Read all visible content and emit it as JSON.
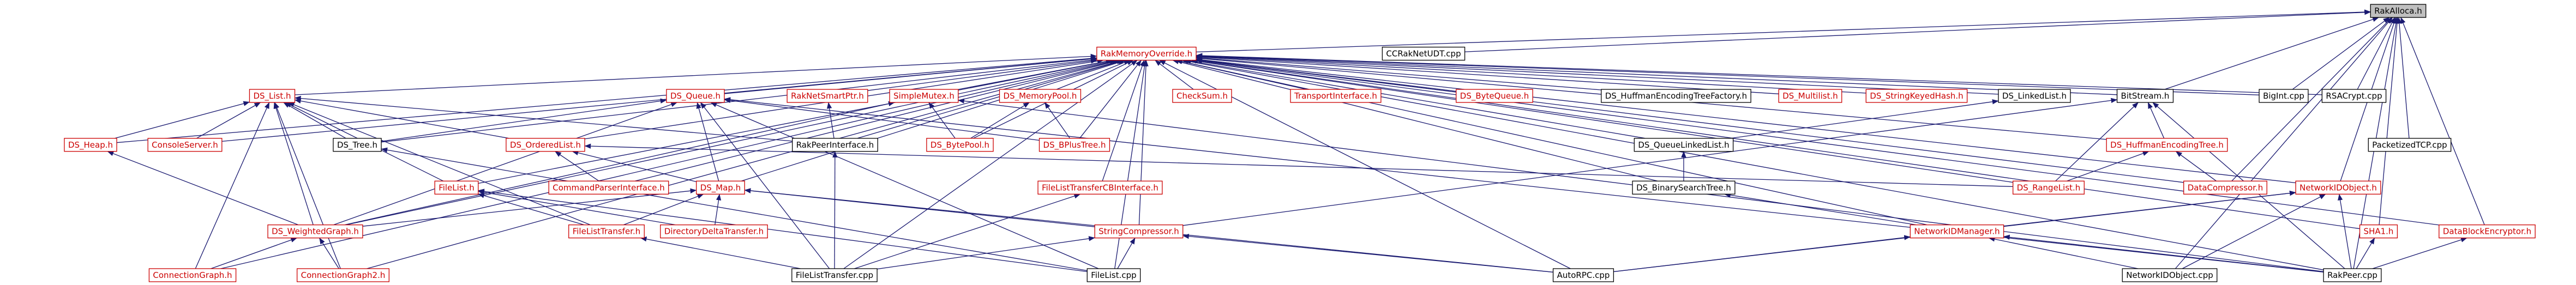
{
  "colors": {
    "edge": "#191970",
    "node_text_linked": "#000000",
    "node_text_unlinked": "#cc0000",
    "node_border_linked": "#000000",
    "node_border_unlinked": "#cc0000",
    "root_fill": "#bfbfbf",
    "node_fill": "#ffffff"
  },
  "nodes": [
    {
      "id": "RakAlloca",
      "label": "RakAlloca.h",
      "kind": "root"
    },
    {
      "id": "RakMemoryOverride",
      "label": "RakMemoryOverride.h",
      "kind": "unlinked"
    },
    {
      "id": "CCRakNetUDT",
      "label": "CCRakNetUDT.cpp",
      "kind": "linked"
    },
    {
      "id": "DS_List",
      "label": "DS_List.h",
      "kind": "unlinked"
    },
    {
      "id": "DS_Queue",
      "label": "DS_Queue.h",
      "kind": "unlinked"
    },
    {
      "id": "RakNetSmartPtr",
      "label": "RakNetSmartPtr.h",
      "kind": "unlinked"
    },
    {
      "id": "SimpleMutex",
      "label": "SimpleMutex.h",
      "kind": "unlinked"
    },
    {
      "id": "DS_MemoryPool",
      "label": "DS_MemoryPool.h",
      "kind": "unlinked"
    },
    {
      "id": "CheckSum",
      "label": "CheckSum.h",
      "kind": "unlinked"
    },
    {
      "id": "TransportInterface",
      "label": "TransportInterface.h",
      "kind": "unlinked"
    },
    {
      "id": "DS_ByteQueue",
      "label": "DS_ByteQueue.h",
      "kind": "unlinked"
    },
    {
      "id": "DS_HuffmanFactory",
      "label": "DS_HuffmanEncodingTreeFactory.h",
      "kind": "linked"
    },
    {
      "id": "DS_Multilist",
      "label": "DS_Multilist.h",
      "kind": "unlinked"
    },
    {
      "id": "DS_StringKeyedHash",
      "label": "DS_StringKeyedHash.h",
      "kind": "unlinked"
    },
    {
      "id": "DS_LinkedList",
      "label": "DS_LinkedList.h",
      "kind": "linked"
    },
    {
      "id": "BitStream",
      "label": "BitStream.h",
      "kind": "linked"
    },
    {
      "id": "BigInt",
      "label": "BigInt.cpp",
      "kind": "linked"
    },
    {
      "id": "RSACrypt",
      "label": "RSACrypt.cpp",
      "kind": "linked"
    },
    {
      "id": "DS_Heap",
      "label": "DS_Heap.h",
      "kind": "unlinked"
    },
    {
      "id": "ConsoleServer",
      "label": "ConsoleServer.h",
      "kind": "unlinked"
    },
    {
      "id": "DS_Tree",
      "label": "DS_Tree.h",
      "kind": "linked"
    },
    {
      "id": "DS_OrderedList",
      "label": "DS_OrderedList.h",
      "kind": "unlinked"
    },
    {
      "id": "RakPeerInterface",
      "label": "RakPeerInterface.h",
      "kind": "linked"
    },
    {
      "id": "DS_BytePool",
      "label": "DS_BytePool.h",
      "kind": "unlinked"
    },
    {
      "id": "DS_BPlusTree",
      "label": "DS_BPlusTree.h",
      "kind": "unlinked"
    },
    {
      "id": "DS_QueueLinkedList",
      "label": "DS_QueueLinkedList.h",
      "kind": "linked"
    },
    {
      "id": "DS_HuffmanTree",
      "label": "DS_HuffmanEncodingTree.h",
      "kind": "unlinked"
    },
    {
      "id": "PacketizedTCP",
      "label": "PacketizedTCP.cpp",
      "kind": "linked"
    },
    {
      "id": "FileList_h",
      "label": "FileList.h",
      "kind": "unlinked"
    },
    {
      "id": "CommandParser",
      "label": "CommandParserInterface.h",
      "kind": "unlinked"
    },
    {
      "id": "DS_Map",
      "label": "DS_Map.h",
      "kind": "unlinked"
    },
    {
      "id": "FLTCBInterface",
      "label": "FileListTransferCBInterface.h",
      "kind": "unlinked"
    },
    {
      "id": "DS_BinarySearchTree",
      "label": "DS_BinarySearchTree.h",
      "kind": "linked"
    },
    {
      "id": "DS_RangeList",
      "label": "DS_RangeList.h",
      "kind": "unlinked"
    },
    {
      "id": "DataCompressor",
      "label": "DataCompressor.h",
      "kind": "unlinked"
    },
    {
      "id": "NetworkIDObject_h",
      "label": "NetworkIDObject.h",
      "kind": "unlinked"
    },
    {
      "id": "DS_WeightedGraph",
      "label": "DS_WeightedGraph.h",
      "kind": "unlinked"
    },
    {
      "id": "FileListTransfer_h",
      "label": "FileListTransfer.h",
      "kind": "unlinked"
    },
    {
      "id": "DirectoryDelta",
      "label": "DirectoryDeltaTransfer.h",
      "kind": "unlinked"
    },
    {
      "id": "StringCompressor",
      "label": "StringCompressor.h",
      "kind": "unlinked"
    },
    {
      "id": "NetworkIDManager",
      "label": "NetworkIDManager.h",
      "kind": "unlinked"
    },
    {
      "id": "SHA1",
      "label": "SHA1.h",
      "kind": "unlinked"
    },
    {
      "id": "DataBlockEncryptor",
      "label": "DataBlockEncryptor.h",
      "kind": "unlinked"
    },
    {
      "id": "ConnectionGraph",
      "label": "ConnectionGraph.h",
      "kind": "unlinked"
    },
    {
      "id": "ConnectionGraph2",
      "label": "ConnectionGraph2.h",
      "kind": "unlinked"
    },
    {
      "id": "FileListTransfer_cpp",
      "label": "FileListTransfer.cpp",
      "kind": "linked"
    },
    {
      "id": "FileList_cpp",
      "label": "FileList.cpp",
      "kind": "linked"
    },
    {
      "id": "AutoRPC",
      "label": "AutoRPC.cpp",
      "kind": "linked"
    },
    {
      "id": "NetworkIDObject_cpp",
      "label": "NetworkIDObject.cpp",
      "kind": "linked"
    },
    {
      "id": "RakPeer",
      "label": "RakPeer.cpp",
      "kind": "linked"
    }
  ],
  "edges": [
    [
      "RakMemoryOverride",
      "RakAlloca"
    ],
    [
      "CCRakNetUDT",
      "RakAlloca"
    ],
    [
      "BigInt",
      "RakAlloca"
    ],
    [
      "RSACrypt",
      "RakAlloca"
    ],
    [
      "BitStream",
      "RakAlloca"
    ],
    [
      "PacketizedTCP",
      "RakAlloca"
    ],
    [
      "NetworkIDObject_h",
      "RakAlloca"
    ],
    [
      "DataCompressor",
      "RakAlloca"
    ],
    [
      "SHA1",
      "RakAlloca"
    ],
    [
      "DataBlockEncryptor",
      "RakAlloca"
    ],
    [
      "RakPeer",
      "RakAlloca"
    ],
    [
      "NetworkIDObject_cpp",
      "RakAlloca"
    ],
    [
      "DS_List",
      "RakMemoryOverride"
    ],
    [
      "DS_Queue",
      "RakMemoryOverride"
    ],
    [
      "RakNetSmartPtr",
      "RakMemoryOverride"
    ],
    [
      "SimpleMutex",
      "RakMemoryOverride"
    ],
    [
      "DS_MemoryPool",
      "RakMemoryOverride"
    ],
    [
      "CheckSum",
      "RakMemoryOverride"
    ],
    [
      "TransportInterface",
      "RakMemoryOverride"
    ],
    [
      "DS_ByteQueue",
      "RakMemoryOverride"
    ],
    [
      "DS_HuffmanFactory",
      "RakMemoryOverride"
    ],
    [
      "DS_Multilist",
      "RakMemoryOverride"
    ],
    [
      "DS_StringKeyedHash",
      "RakMemoryOverride"
    ],
    [
      "DS_LinkedList",
      "RakMemoryOverride"
    ],
    [
      "BitStream",
      "RakMemoryOverride"
    ],
    [
      "BigInt",
      "RakMemoryOverride"
    ],
    [
      "RSACrypt",
      "RakMemoryOverride"
    ],
    [
      "DS_Heap",
      "RakMemoryOverride"
    ],
    [
      "ConsoleServer",
      "RakMemoryOverride"
    ],
    [
      "DS_Tree",
      "RakMemoryOverride"
    ],
    [
      "DS_OrderedList",
      "RakMemoryOverride"
    ],
    [
      "RakPeerInterface",
      "RakMemoryOverride"
    ],
    [
      "DS_BytePool",
      "RakMemoryOverride"
    ],
    [
      "DS_BPlusTree",
      "RakMemoryOverride"
    ],
    [
      "DS_QueueLinkedList",
      "RakMemoryOverride"
    ],
    [
      "DS_HuffmanTree",
      "RakMemoryOverride"
    ],
    [
      "FileList_h",
      "RakMemoryOverride"
    ],
    [
      "CommandParser",
      "RakMemoryOverride"
    ],
    [
      "DS_Map",
      "RakMemoryOverride"
    ],
    [
      "FLTCBInterface",
      "RakMemoryOverride"
    ],
    [
      "DS_BinarySearchTree",
      "RakMemoryOverride"
    ],
    [
      "DS_RangeList",
      "RakMemoryOverride"
    ],
    [
      "DataCompressor",
      "RakMemoryOverride"
    ],
    [
      "NetworkIDObject_h",
      "RakMemoryOverride"
    ],
    [
      "DS_WeightedGraph",
      "RakMemoryOverride"
    ],
    [
      "StringCompressor",
      "RakMemoryOverride"
    ],
    [
      "NetworkIDManager",
      "RakMemoryOverride"
    ],
    [
      "SHA1",
      "RakMemoryOverride"
    ],
    [
      "DataBlockEncryptor",
      "RakMemoryOverride"
    ],
    [
      "ConnectionGraph",
      "RakMemoryOverride"
    ],
    [
      "ConnectionGraph2",
      "RakMemoryOverride"
    ],
    [
      "FileListTransfer_cpp",
      "RakMemoryOverride"
    ],
    [
      "FileList_cpp",
      "RakMemoryOverride"
    ],
    [
      "AutoRPC",
      "RakMemoryOverride"
    ],
    [
      "RakPeer",
      "RakMemoryOverride"
    ],
    [
      "DS_Heap",
      "DS_List"
    ],
    [
      "ConsoleServer",
      "DS_List"
    ],
    [
      "DS_Tree",
      "DS_List"
    ],
    [
      "DS_OrderedList",
      "DS_List"
    ],
    [
      "RakPeerInterface",
      "DS_List"
    ],
    [
      "FileList_h",
      "DS_List"
    ],
    [
      "DS_WeightedGraph",
      "DS_List"
    ],
    [
      "ConnectionGraph",
      "DS_List"
    ],
    [
      "ConnectionGraph2",
      "DS_List"
    ],
    [
      "FileListTransfer_h",
      "DS_List"
    ],
    [
      "DS_Tree",
      "DS_Queue"
    ],
    [
      "DS_Map",
      "DS_Queue"
    ],
    [
      "DS_WeightedGraph",
      "DS_Queue"
    ],
    [
      "FileListTransfer_cpp",
      "DS_Queue"
    ],
    [
      "FileList_cpp",
      "DS_Queue"
    ],
    [
      "RakPeer",
      "DS_Queue"
    ],
    [
      "DS_BPlusTree",
      "DS_Queue"
    ],
    [
      "RakPeerInterface",
      "RakNetSmartPtr"
    ],
    [
      "DS_BytePool",
      "SimpleMutex"
    ],
    [
      "DS_WeightedGraph",
      "SimpleMutex"
    ],
    [
      "RakPeer",
      "SimpleMutex"
    ],
    [
      "DS_BytePool",
      "DS_MemoryPool"
    ],
    [
      "DS_BPlusTree",
      "DS_MemoryPool"
    ],
    [
      "DS_QueueLinkedList",
      "DS_LinkedList"
    ],
    [
      "DS_BinarySearchTree",
      "DS_QueueLinkedList"
    ],
    [
      "DS_RangeList",
      "BitStream"
    ],
    [
      "DS_HuffmanTree",
      "BitStream"
    ],
    [
      "StringCompressor",
      "BitStream"
    ],
    [
      "RakPeer",
      "BitStream"
    ],
    [
      "DataCompressor",
      "DS_HuffmanTree"
    ],
    [
      "DS_RangeList",
      "DS_HuffmanTree"
    ],
    [
      "DS_Map",
      "DS_OrderedList"
    ],
    [
      "CommandParser",
      "DS_OrderedList"
    ],
    [
      "DS_RangeList",
      "DS_OrderedList"
    ],
    [
      "DS_WeightedGraph",
      "DS_Heap"
    ],
    [
      "DS_WeightedGraph",
      "DS_Map"
    ],
    [
      "FileListTransfer_h",
      "DS_Map"
    ],
    [
      "DirectoryDelta",
      "DS_Map"
    ],
    [
      "StringCompressor",
      "DS_Map"
    ],
    [
      "AutoRPC",
      "DS_Map"
    ],
    [
      "FileListTransfer_h",
      "FileList_h"
    ],
    [
      "DirectoryDelta",
      "FileList_h"
    ],
    [
      "FileList_cpp",
      "FileList_h"
    ],
    [
      "FileListTransfer_cpp",
      "FileListTransfer_h"
    ],
    [
      "FileListTransfer_cpp",
      "FLTCBInterface"
    ],
    [
      "NetworkIDManager",
      "DS_BinarySearchTree"
    ],
    [
      "NetworkIDManager",
      "NetworkIDObject_h"
    ],
    [
      "NetworkIDObject_cpp",
      "NetworkIDObject_h"
    ],
    [
      "RakPeer",
      "NetworkIDObject_h"
    ],
    [
      "AutoRPC",
      "NetworkIDObject_h"
    ],
    [
      "RakPeer",
      "SHA1"
    ],
    [
      "RakPeer",
      "DataBlockEncryptor"
    ],
    [
      "RakPeer",
      "NetworkIDManager"
    ],
    [
      "NetworkIDObject_cpp",
      "NetworkIDManager"
    ],
    [
      "AutoRPC",
      "NetworkIDManager"
    ],
    [
      "ConnectionGraph",
      "DS_WeightedGraph"
    ],
    [
      "ConnectionGraph2",
      "DS_WeightedGraph"
    ],
    [
      "FileListTransfer_cpp",
      "StringCompressor"
    ],
    [
      "FileList_cpp",
      "StringCompressor"
    ],
    [
      "AutoRPC",
      "StringCompressor"
    ],
    [
      "FileListTransfer_cpp",
      "RakPeerInterface"
    ],
    [
      "FileList_cpp",
      "DS_Tree"
    ]
  ]
}
